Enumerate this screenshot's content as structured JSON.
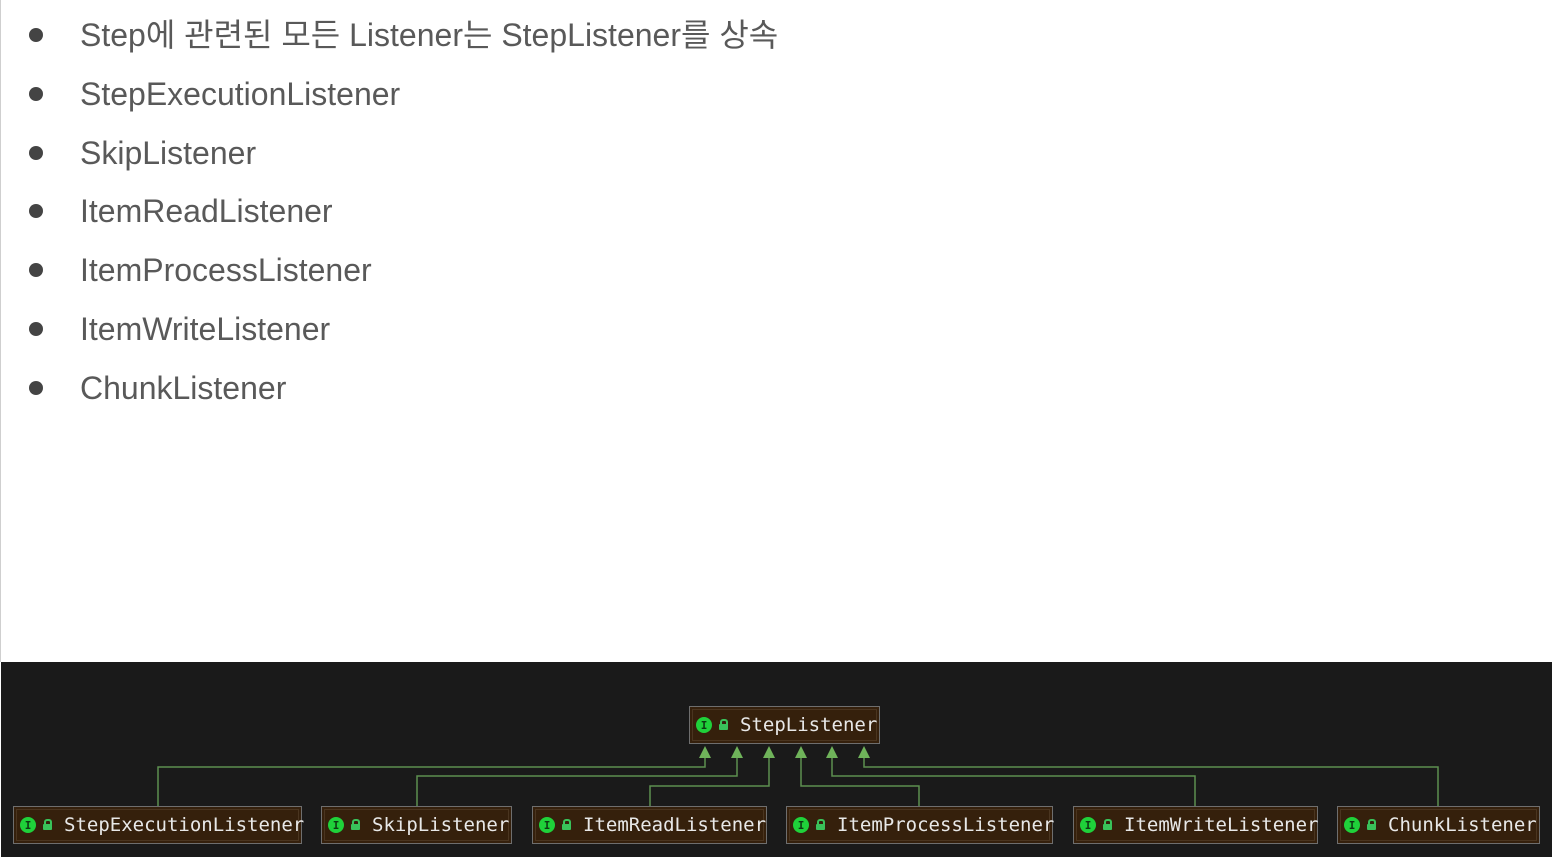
{
  "bullets": [
    "Step에 관련된 모든 Listener는 StepListener를 상속",
    "StepExecutionListener",
    "SkipListener",
    "ItemReadListener",
    "ItemProcessListener",
    "ItemWriteListener",
    "ChunkListener"
  ],
  "diagram": {
    "parent": {
      "label": "StepListener",
      "kind_icon": "interface-icon",
      "access_icon": "public-lock-icon"
    },
    "children": [
      {
        "label": "StepExecutionListener",
        "kind_icon": "interface-icon",
        "access_icon": "public-lock-icon"
      },
      {
        "label": "SkipListener",
        "kind_icon": "interface-icon",
        "access_icon": "public-lock-icon"
      },
      {
        "label": "ItemReadListener",
        "kind_icon": "interface-icon",
        "access_icon": "public-lock-icon"
      },
      {
        "label": "ItemProcessListener",
        "kind_icon": "interface-icon",
        "access_icon": "public-lock-icon"
      },
      {
        "label": "ItemWriteListener",
        "kind_icon": "interface-icon",
        "access_icon": "public-lock-icon"
      },
      {
        "label": "ChunkListener",
        "kind_icon": "interface-icon",
        "access_icon": "public-lock-icon"
      }
    ],
    "interface_glyph": "I",
    "colors": {
      "background": "#1a1a1a",
      "node_fill": "#35200c",
      "edge": "#5c8f4f",
      "interface_icon": "#1fd13a"
    }
  }
}
